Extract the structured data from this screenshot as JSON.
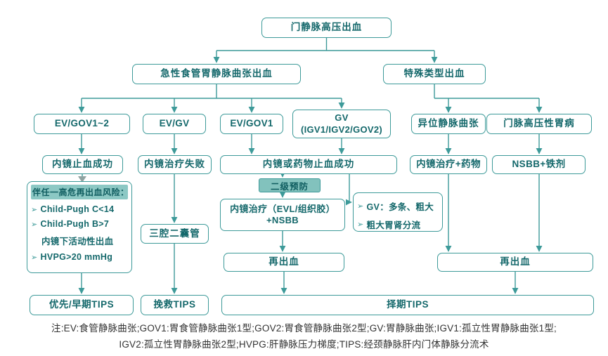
{
  "nodes": {
    "root": "门静脉高压出血",
    "acute": "急性食管胃静脉曲张出血",
    "special": "特殊类型出血",
    "ev_gov12": "EV/GOV1~2",
    "ev_gv": "EV/GV",
    "ev_gov1": "EV/GOV1",
    "gv_line1": "GV",
    "gv_line2": "(IGV1/IGV2/GOV2)",
    "ectopic": "异位静脉曲张",
    "phg": "门脉高压性胃病",
    "endo_success": "内镜止血成功",
    "endo_fail": "内镜治疗失败",
    "endo_drug_success": "内镜或药物止血成功",
    "endo_drug": "内镜治疗+药物",
    "nsbb_iron": "NSBB+铁剂",
    "secondary_prevention": "二级预防",
    "evl_line1": "内镜治疗（EVL/组织胶）",
    "evl_line2": "+NSBB",
    "balloon": "三腔二囊管",
    "rebleed_left": "再出血",
    "rebleed_right": "再出血",
    "tips_early": "优先/早期TIPS",
    "tips_salvage": "挽救TIPS",
    "tips_elective": "择期TIPS"
  },
  "risk_panel": {
    "header": "伴任一高危再出血风险：",
    "bullet": "➢",
    "items": [
      "Child-Pugh C<14",
      "Child-Pugh B>7",
      "内镜下活动性出血",
      "HVPG>20 mmHg"
    ]
  },
  "gv_panel": {
    "bullet": "➢",
    "items": [
      "GV：多条、粗大",
      "粗大胃肾分流"
    ]
  },
  "footnote": {
    "line1": "注:EV:食管静脉曲张;GOV1:胃食管静脉曲张1型;GOV2:胃食管静脉曲张2型;GV:胃静脉曲张;IGV1:孤立性胃静脉曲张1型;",
    "line2": "IGV2:孤立性胃静脉曲张2型;HVPG:肝静脉压力梯度;TIPS:经颈静脉肝内门体静脉分流术"
  },
  "colors": {
    "border": "#3d9a99",
    "text": "#14686b",
    "fill_accent": "#8cc8c4",
    "arrow": "#3d9a99",
    "gray_arrow": "#8fa3a1",
    "footnote_text": "#333333"
  }
}
